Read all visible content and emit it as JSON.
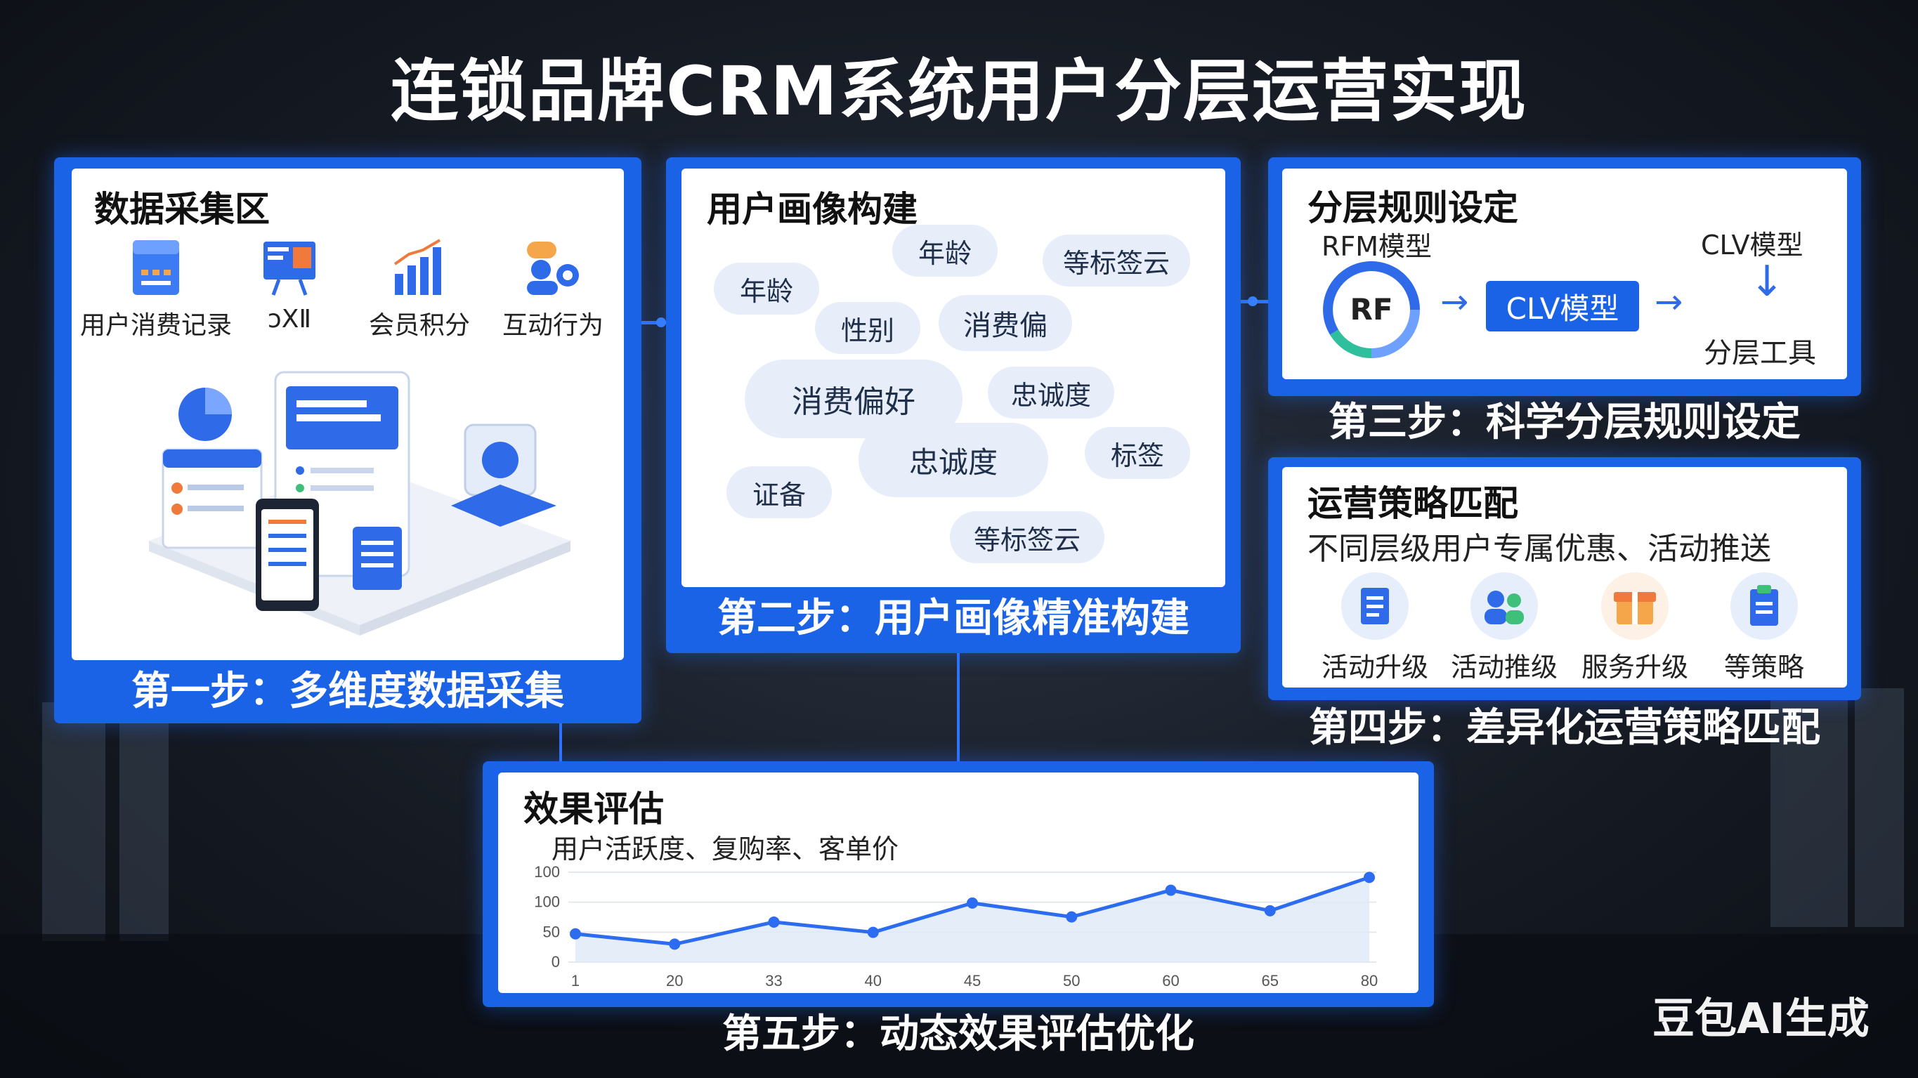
{
  "title": "连锁品牌CRM系统用户分层运营实现",
  "watermark": "豆包AI生成",
  "panel1": {
    "title": "数据采集区",
    "step": "第一步：多维度数据采集",
    "icons": [
      {
        "label": "用户消费记录",
        "icon": "document-icon"
      },
      {
        "label": "ɔXⅡ",
        "icon": "presentation-board-icon"
      },
      {
        "label": "会员积分",
        "icon": "bar-chart-icon"
      },
      {
        "label": "互动行为",
        "icon": "users-icon"
      }
    ]
  },
  "panel2": {
    "title": "用户画像构建",
    "step": "第二步：用户画像精准构建",
    "tags": [
      "年龄",
      "等标签云",
      "年龄",
      "性别",
      "消费偏",
      "消费偏好",
      "忠诚度",
      "标签",
      "忠诚度",
      "证备",
      "等标签云"
    ]
  },
  "panel3": {
    "title": "分层规则设定",
    "rfm_label": "RFM模型",
    "clv_label_top": "CLV模型",
    "rf_text": "RF",
    "clv_button": "CLV模型",
    "tool_label": "分层工具",
    "arrow_right": "→",
    "arrow_down": "↓",
    "step": "第三步：科学分层规则设定"
  },
  "panel4": {
    "title": "运营策略匹配",
    "subtitle": "不同层级用户专属优惠、活动推送",
    "step": "第四步：差异化运营策略匹配",
    "items": [
      {
        "label": "活动升级",
        "icon": "document-icon"
      },
      {
        "label": "活动推级",
        "icon": "users-icon"
      },
      {
        "label": "服务升级",
        "icon": "gift-box-icon"
      },
      {
        "label": "等策略",
        "icon": "clipboard-icon"
      }
    ]
  },
  "panel5": {
    "title": "效果评估",
    "subtitle": "用户活跃度、复购率、客单价",
    "step": "第五步：动态效果评估优化"
  },
  "chart_data": {
    "type": "line",
    "x": [
      "1",
      "20",
      "33",
      "40",
      "45",
      "50",
      "60",
      "65",
      "80"
    ],
    "values": [
      55,
      35,
      78,
      58,
      115,
      88,
      140,
      100,
      165
    ],
    "y_ticks": [
      "0",
      "50",
      "100",
      "100"
    ],
    "ylim": [
      0,
      175
    ],
    "grid": true,
    "line_color": "#2c6cf0"
  },
  "colors": {
    "accent": "#1b63e6",
    "tag_bg": "#e7eef9"
  }
}
